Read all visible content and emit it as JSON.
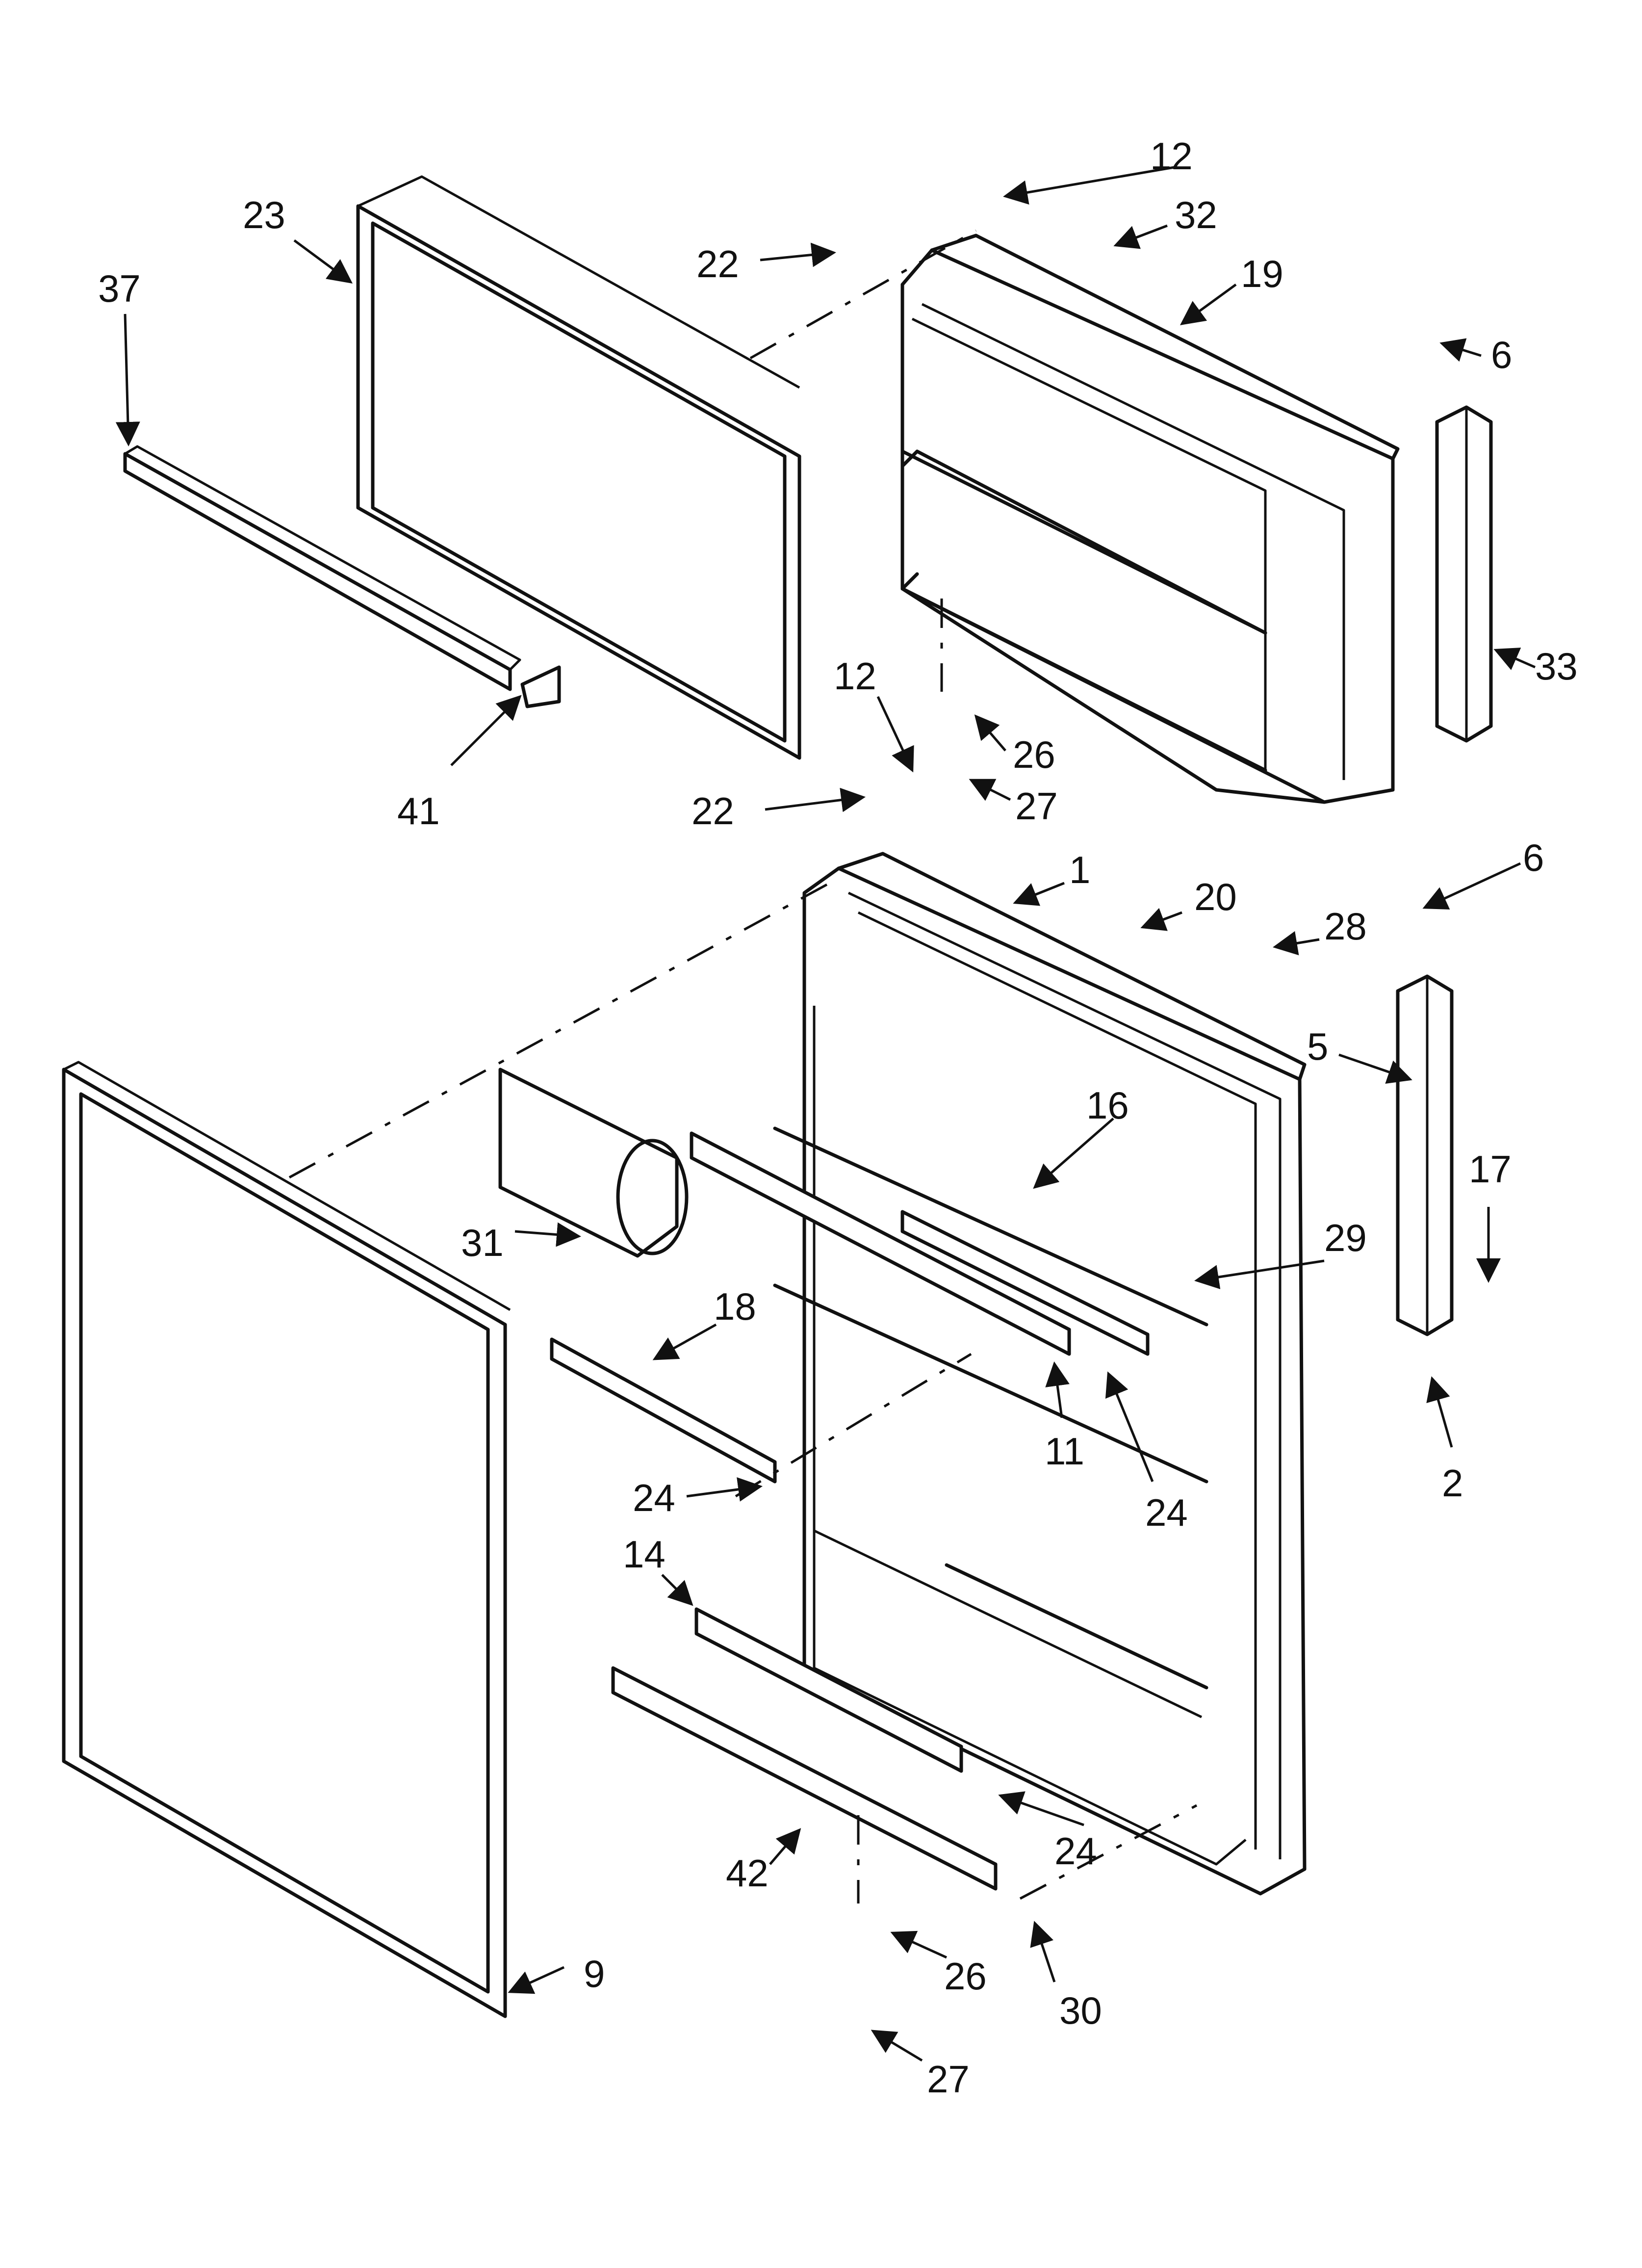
{
  "callouts": [
    {
      "id": "c-12a",
      "label": "12"
    },
    {
      "id": "c-23",
      "label": "23"
    },
    {
      "id": "c-37",
      "label": "37"
    },
    {
      "id": "c-22a",
      "label": "22"
    },
    {
      "id": "c-32",
      "label": "32"
    },
    {
      "id": "c-19",
      "label": "19"
    },
    {
      "id": "c-6a",
      "label": "6"
    },
    {
      "id": "c-33",
      "label": "33"
    },
    {
      "id": "c-41",
      "label": "41"
    },
    {
      "id": "c-12b",
      "label": "12"
    },
    {
      "id": "c-26a",
      "label": "26"
    },
    {
      "id": "c-22b",
      "label": "22"
    },
    {
      "id": "c-27a",
      "label": "27"
    },
    {
      "id": "c-6b",
      "label": "6"
    },
    {
      "id": "c-1",
      "label": "1"
    },
    {
      "id": "c-20",
      "label": "20"
    },
    {
      "id": "c-28",
      "label": "28"
    },
    {
      "id": "c-5",
      "label": "5"
    },
    {
      "id": "c-16",
      "label": "16"
    },
    {
      "id": "c-17",
      "label": "17"
    },
    {
      "id": "c-31",
      "label": "31"
    },
    {
      "id": "c-29",
      "label": "29"
    },
    {
      "id": "c-18",
      "label": "18"
    },
    {
      "id": "c-24a",
      "label": "24"
    },
    {
      "id": "c-11",
      "label": "11"
    },
    {
      "id": "c-24b",
      "label": "24"
    },
    {
      "id": "c-2",
      "label": "2"
    },
    {
      "id": "c-14",
      "label": "14"
    },
    {
      "id": "c-24c",
      "label": "24"
    },
    {
      "id": "c-42",
      "label": "42"
    },
    {
      "id": "c-26b",
      "label": "26"
    },
    {
      "id": "c-30",
      "label": "30"
    },
    {
      "id": "c-9",
      "label": "9"
    },
    {
      "id": "c-27b",
      "label": "27"
    }
  ]
}
